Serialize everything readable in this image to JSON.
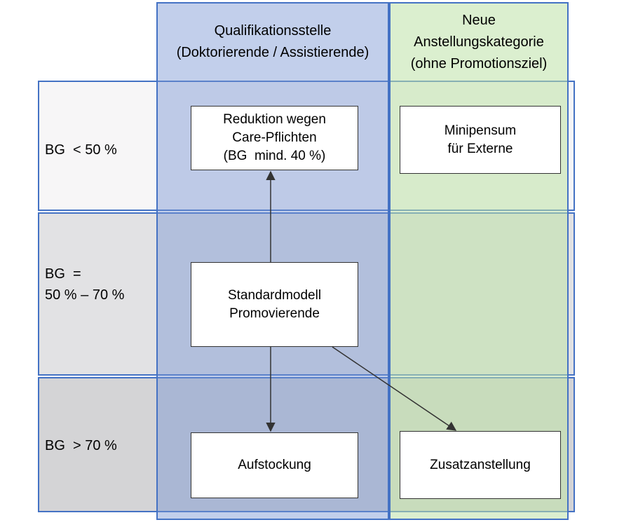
{
  "columns": {
    "qualification": {
      "line1": "Qualifikationsstelle",
      "line2": "(Doktorierende / Assistierende)"
    },
    "new_category": {
      "line1": "Neue",
      "line2": "Anstellungskategorie",
      "line3": "(ohne Promotionsziel)"
    }
  },
  "rows": {
    "low": {
      "line1": "BG  < 50 %"
    },
    "mid": {
      "line1": "BG  =",
      "line2": "50 % – 70 %"
    },
    "high": {
      "line1": "BG  > 70 %"
    }
  },
  "boxes": {
    "reduktion": {
      "line1": "Reduktion wegen",
      "line2": "Care-Pflichten",
      "line3": "(BG  mind. 40 %)"
    },
    "minipensum": {
      "line1": "Minipensum",
      "line2": "für Externe"
    },
    "standard": {
      "line1": "Standardmodell",
      "line2": "Promovierende"
    },
    "aufstockung": {
      "line1": "Aufstockung"
    },
    "zusatz": {
      "line1": "Zusatzanstellung"
    }
  },
  "colors": {
    "border": "#4472c4",
    "qualification_fill": "#7894d2",
    "new_category_fill": "#bee2a8"
  }
}
